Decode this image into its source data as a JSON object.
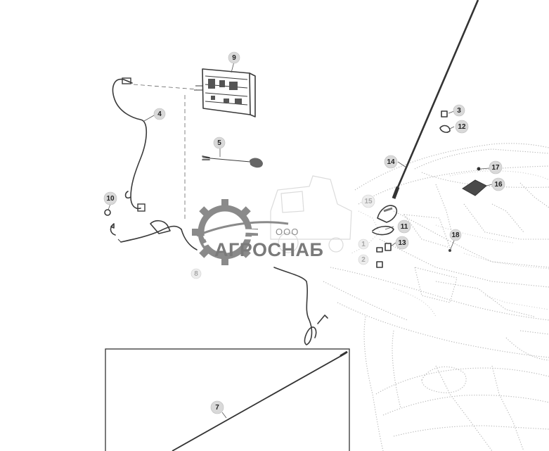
{
  "watermark": {
    "company_prefix": "ООО",
    "company_name": "АГРОСНАБ"
  },
  "callouts": [
    {
      "key": "c9",
      "label": "9"
    },
    {
      "key": "c4",
      "label": "4"
    },
    {
      "key": "c5",
      "label": "5"
    },
    {
      "key": "c3",
      "label": "3"
    },
    {
      "key": "c12",
      "label": "12"
    },
    {
      "key": "c14",
      "label": "14"
    },
    {
      "key": "c17",
      "label": "17"
    },
    {
      "key": "c16",
      "label": "16"
    },
    {
      "key": "c10",
      "label": "10"
    },
    {
      "key": "c15",
      "label": "15"
    },
    {
      "key": "c11",
      "label": "11"
    },
    {
      "key": "c18",
      "label": "18"
    },
    {
      "key": "c1",
      "label": "1"
    },
    {
      "key": "c13",
      "label": "13"
    },
    {
      "key": "c2",
      "label": "2"
    },
    {
      "key": "c8",
      "label": "8"
    },
    {
      "key": "c7",
      "label": "7"
    }
  ],
  "colors": {
    "line": "#3a3a3a",
    "dotted_frame": "#b9b9b9",
    "callout_fill": "#d9d9d9",
    "watermark": "#7a7a7a"
  }
}
